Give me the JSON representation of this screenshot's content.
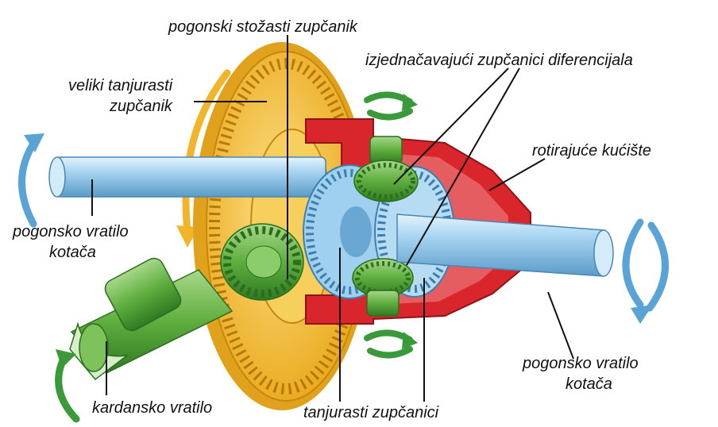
{
  "labels": {
    "drive_bevel_gear": "pogonski stožasti zupčanik",
    "differential_gears": "izjednačavajući zupčanici diferencijala",
    "ring_gear_line1": "veliki tanjurasti",
    "ring_gear_line2": "zupčanik",
    "rotating_housing": "rotirajuće kućište",
    "left_axle_line1": "pogonsko vratilo",
    "left_axle_line2": "kotača",
    "right_axle_line1": "pogonsko vratilo",
    "right_axle_line2": "kotača",
    "drive_shaft": "kardansko vratilo",
    "side_gears": "tanjurasti zupčanici"
  },
  "colors": {
    "ring_gear": "#f3b726",
    "shaft_blue": "#8fc6ea",
    "pinion_green": "#5fae3f",
    "housing_red": "#d8262c",
    "arrow_blue": "#5aa3d6",
    "arrow_green": "#3a9a3a",
    "arrow_yellow": "#f0b52a"
  }
}
